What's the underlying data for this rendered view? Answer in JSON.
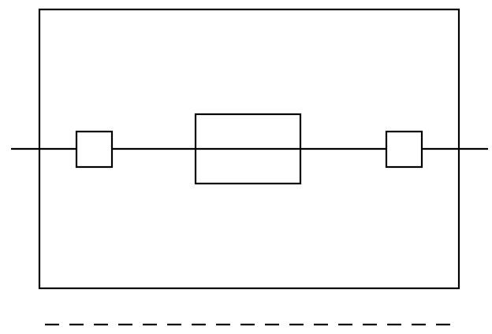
{
  "diagram": {
    "type": "schematic-symbol",
    "components": [
      {
        "name": "outer-enclosure"
      },
      {
        "name": "horizontal-line"
      },
      {
        "name": "left-small-box"
      },
      {
        "name": "center-element"
      },
      {
        "name": "right-small-box"
      },
      {
        "name": "dashed-line"
      }
    ],
    "stroke_color": "#000000",
    "background_color": "#ffffff"
  }
}
